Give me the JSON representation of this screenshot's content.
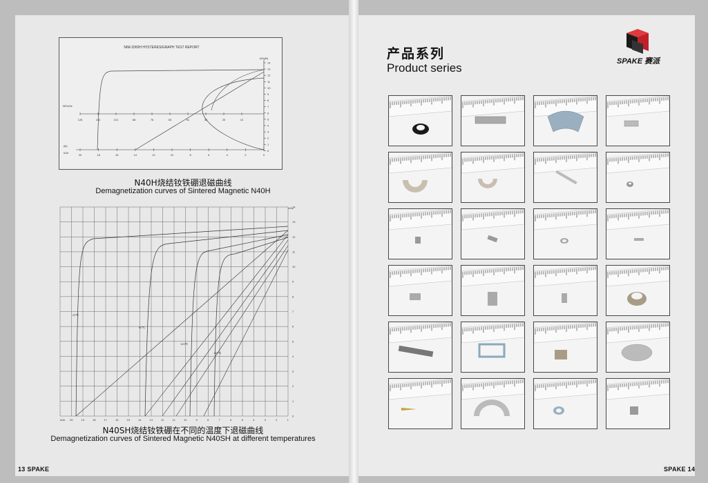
{
  "left_page": {
    "chart1": {
      "report_title": "NIM-2000H HYSTERESIGRAPH TEST REPORT",
      "mgoe_label": "MGsOe",
      "mgoe_ticks": [
        "126",
        "114",
        "101",
        "88",
        "76",
        "63",
        "51",
        "38",
        "25",
        "13"
      ],
      "ka_label": "(kl)",
      "koe_label": "kOe",
      "x_ticks": [
        "20",
        "18",
        "16",
        "14",
        "12",
        "10",
        "8",
        "6",
        "4",
        "2",
        "0"
      ],
      "y_label": "kGs(B)",
      "y_ticks": [
        "14",
        "13",
        "12",
        "11",
        "10",
        "9",
        "8",
        "7",
        "6",
        "5",
        "4",
        "3",
        "2",
        "1",
        "0"
      ]
    },
    "chart1_caption_cn": "N40H烧结钕铁硼退磁曲线",
    "chart1_caption_en": "Demagnetization curves of Sintered Magnetic N40H",
    "chart2": {
      "y_label": "kGs",
      "y_ticks": [
        "14",
        "13",
        "12",
        "11",
        "10",
        "9",
        "8",
        "7",
        "6",
        "5",
        "4",
        "3",
        "2",
        "1",
        "0"
      ],
      "x_label": "kOe",
      "x_ticks": [
        "20",
        "19",
        "18",
        "17",
        "16",
        "15",
        "14",
        "13",
        "12",
        "11",
        "10",
        "9",
        "8",
        "7",
        "6",
        "5",
        "4",
        "3",
        "2",
        "1"
      ],
      "temps": [
        "20℃",
        "80℃",
        "120℃",
        "150℃"
      ]
    },
    "chart2_caption_cn": "N40SH烧结钕铁硼在不同的温度下退磁曲线",
    "chart2_caption_en": "Demagnetization curves of Sintered Magnetic N40SH at different temperatures",
    "footer": "13 SPAKE"
  },
  "right_page": {
    "title_cn": "产品系列",
    "title_en": "Product series",
    "brand": "SPAKE",
    "brand_cn": "赛派",
    "footer": "SPAKE 14",
    "products": [
      [
        "black ring",
        "rectangular bar",
        "arc segment",
        "thin block"
      ],
      [
        "horseshoe",
        "arc",
        "rod",
        "small ring"
      ],
      [
        "cylinder",
        "tube",
        "washer",
        "tiny pin"
      ],
      [
        "block",
        "hollow cylinder",
        "small tube",
        "large ring"
      ],
      [
        "long bar",
        "rectangular frame",
        "step block",
        "disc"
      ],
      [
        "cone pin",
        "arc half-ring",
        "washer ring",
        "cube"
      ]
    ]
  }
}
